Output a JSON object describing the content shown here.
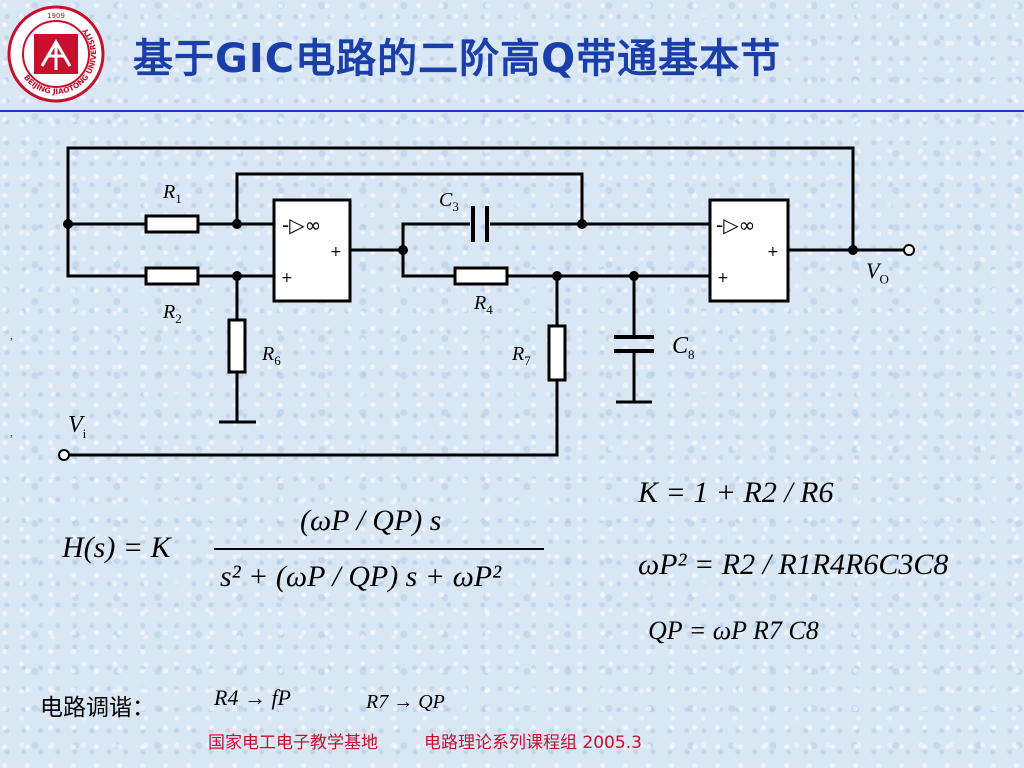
{
  "title": "基于GIC电路的二阶高Q带通基本节",
  "logo": {
    "year": "1909",
    "ring_text": "BEIJING JIAOTONG UNIVERSITY"
  },
  "circuit": {
    "labels": {
      "R1": {
        "main": "R",
        "sub": "1"
      },
      "R2": {
        "main": "R",
        "sub": "2"
      },
      "R4": {
        "main": "R",
        "sub": "4"
      },
      "R6": {
        "main": "R",
        "sub": "6"
      },
      "R7": {
        "main": "R",
        "sub": "7"
      },
      "C3": {
        "main": "C",
        "sub": "3"
      },
      "C8": {
        "main": "C",
        "sub": "8"
      },
      "Vo": {
        "main": "V",
        "sub": "O"
      },
      "Vi": {
        "main": "V",
        "sub": "i"
      }
    },
    "opamp_symbol": "-▷∞",
    "stray_marks": [
      ",",
      ","
    ]
  },
  "equations": {
    "transfer": {
      "lhs": "H(s) = K",
      "numerator": "(ωP / QP) s",
      "denominator": "s² + (ωP / QP) s + ωP²"
    },
    "gain": "K = 1 + R2 / R6",
    "omega": "ωP² = R2 / R1R4R6C3C8",
    "q": "QP = ωP R7 C8"
  },
  "tuning": {
    "label": "电路调谐：",
    "rule1": "R4 → fP",
    "rule2": "R7 → QP"
  },
  "footer": {
    "left": "国家电工电子教学基地",
    "right": "电路理论系列课程组 2005.3"
  },
  "colors": {
    "title": "#1a3faa",
    "footer": "#c8102e",
    "logo": "#c8102e"
  }
}
